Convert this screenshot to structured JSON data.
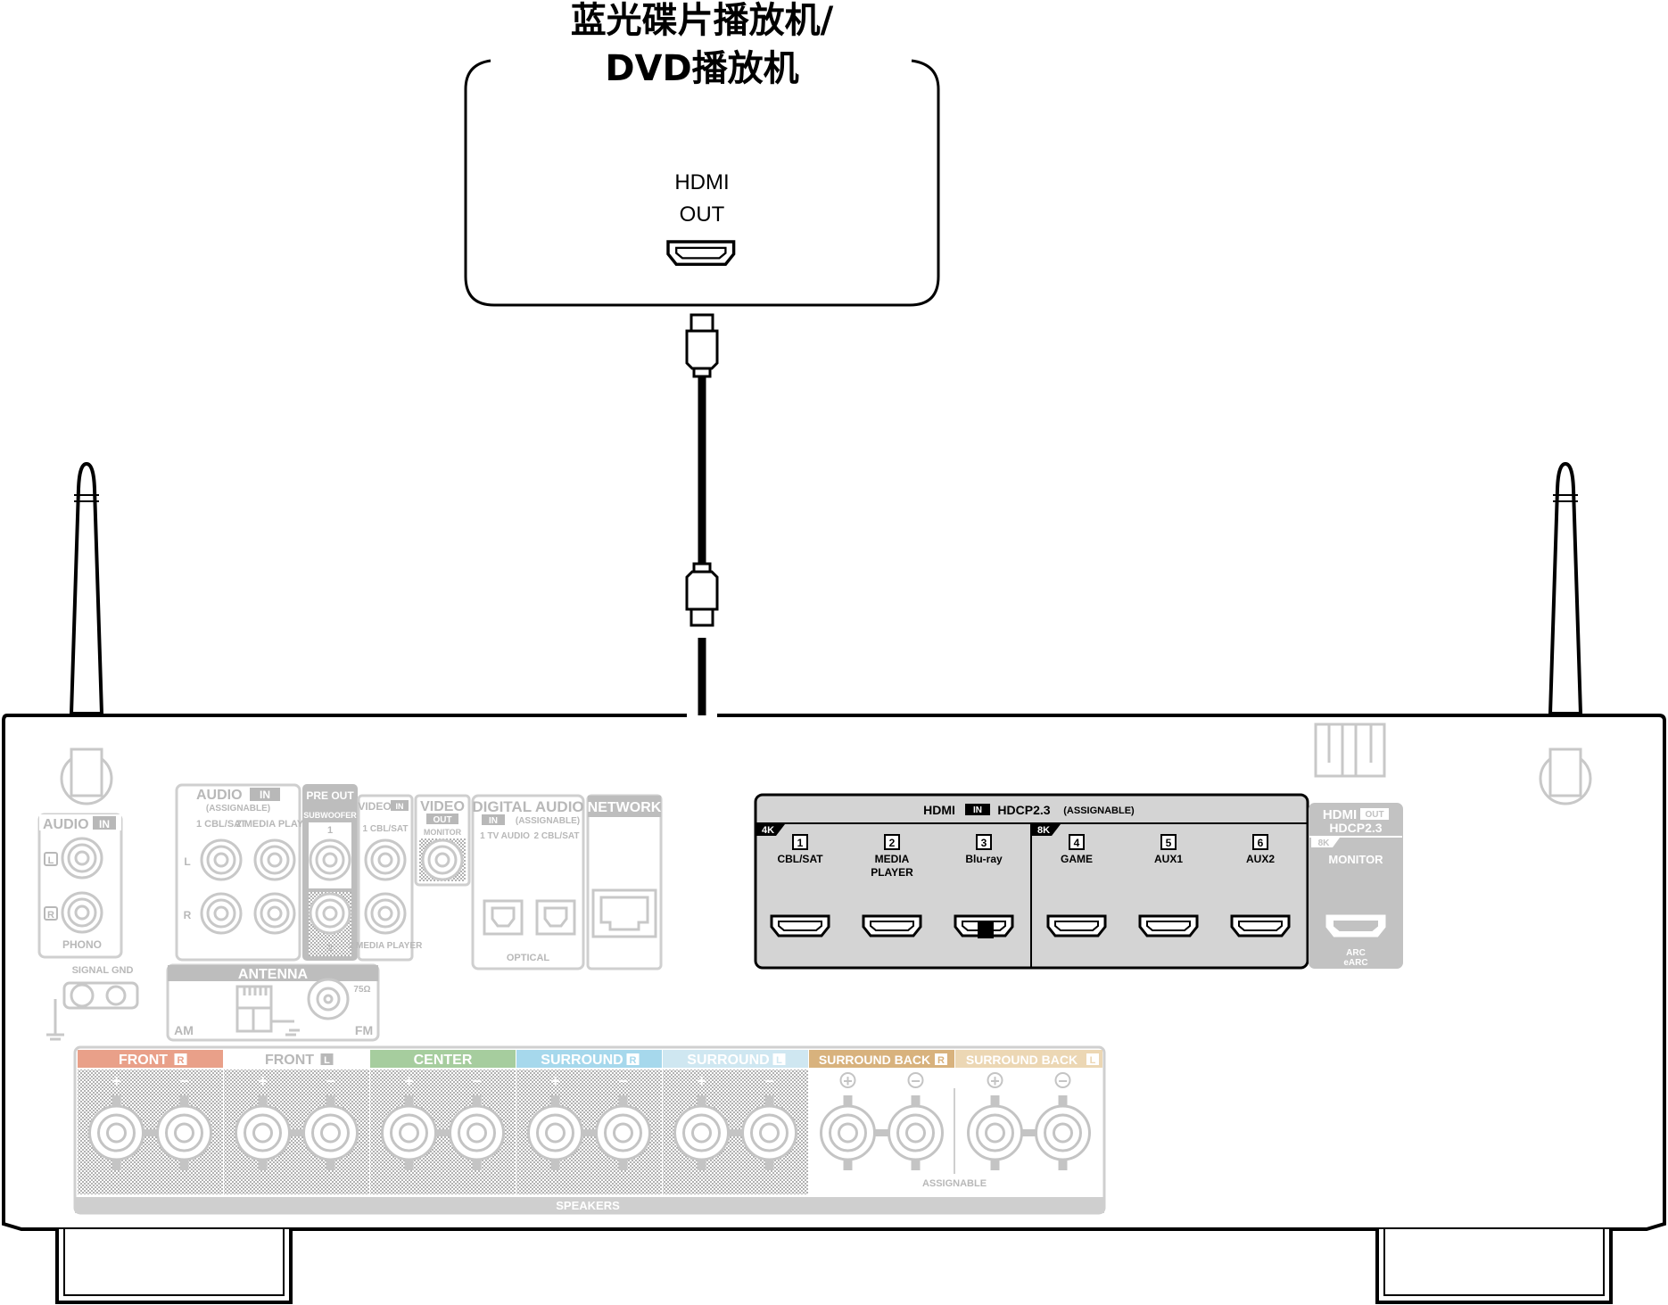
{
  "device": {
    "title_line1": "蓝光碟片播放机/",
    "title_line2": "DVD播放机",
    "port_line1": "HDMI",
    "port_line2": "OUT"
  },
  "receiver": {
    "audio_in": "AUDIO",
    "in_badge": "IN",
    "assignable_paren": "(ASSIGNABLE)",
    "audio_in_src1": "1 CBL/SAT",
    "audio_in_src2": "2 MEDIA PLAYER",
    "ch_l": "L",
    "ch_r": "R",
    "phono": "PHONO",
    "signal_gnd": "SIGNAL GND",
    "pre_out": "PRE OUT",
    "subwoofer": "SUBWOOFER",
    "sub1": "1",
    "sub2": "2",
    "video_in": "VIDEO",
    "video_in_src1": "1 CBL/SAT",
    "video_in_src2": "2 MEDIA PLAYER",
    "video_out": "VIDEO",
    "out_badge": "OUT",
    "monitor": "MONITOR",
    "digital_audio": "DIGITAL AUDIO",
    "digital_src1": "1 TV AUDIO",
    "digital_src2": "2 CBL/SAT",
    "optical": "OPTICAL",
    "network": "NETWORK",
    "antenna": "ANTENNA",
    "am": "AM",
    "fm": "FM",
    "ohm": "75Ω"
  },
  "hdmi_in": {
    "label": "HDMI",
    "in_badge": "IN",
    "hdcp": "HDCP2.3",
    "assignable": "(ASSIGNABLE)",
    "badge_4k": "4K",
    "badge_8k": "8K",
    "ports": [
      {
        "num": "1",
        "name": "CBL/SAT",
        "name2": ""
      },
      {
        "num": "2",
        "name": "MEDIA",
        "name2": "PLAYER"
      },
      {
        "num": "3",
        "name": "Blu-ray",
        "name2": ""
      },
      {
        "num": "4",
        "name": "GAME",
        "name2": ""
      },
      {
        "num": "5",
        "name": "AUX1",
        "name2": ""
      },
      {
        "num": "6",
        "name": "AUX2",
        "name2": ""
      }
    ]
  },
  "hdmi_out": {
    "label": "HDMI",
    "out_badge": "OUT",
    "hdcp": "HDCP2.3",
    "badge_8k": "8K",
    "monitor": "MONITOR",
    "arc": "ARC",
    "earc": "eARC"
  },
  "speakers": {
    "section_label": "SPEAKERS",
    "assignable": "ASSIGNABLE",
    "plus": "+",
    "minus": "−",
    "channels": [
      {
        "name": "FRONT",
        "side": "R",
        "color": "#e9a089"
      },
      {
        "name": "FRONT",
        "side": "L",
        "color": "#ffffff"
      },
      {
        "name": "CENTER",
        "side": "",
        "color": "#a6cd9e"
      },
      {
        "name": "SURROUND",
        "side": "R",
        "color": "#a6d8ec"
      },
      {
        "name": "SURROUND",
        "side": "L",
        "color": "#cfe7f1"
      },
      {
        "name": "SURROUND BACK",
        "side": "R",
        "color": "#d8b27d"
      },
      {
        "name": "SURROUND BACK",
        "side": "L",
        "color": "#ecd7b4"
      }
    ]
  }
}
